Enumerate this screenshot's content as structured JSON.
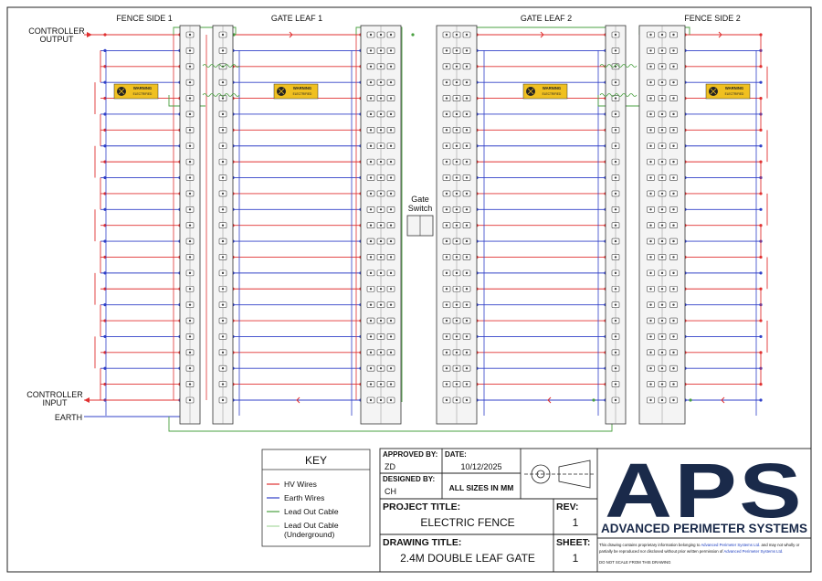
{
  "labels": {
    "fence_side_1": "FENCE SIDE 1",
    "gate_leaf_1": "GATE LEAF 1",
    "gate_leaf_2": "GATE LEAF 2",
    "fence_side_2": "FENCE SIDE 2",
    "controller_output_1": "CONTROLLER",
    "controller_output_2": "OUTPUT",
    "controller_input_1": "CONTROLLER",
    "controller_input_2": "INPUT",
    "earth": "EARTH",
    "gate_switch_1": "Gate",
    "gate_switch_2": "Switch"
  },
  "key": {
    "title": "KEY",
    "items": [
      {
        "label": "HV Wires",
        "color": "#e03030"
      },
      {
        "label": "Earth Wires",
        "color": "#3040c8"
      },
      {
        "label": "Lead Out Cable",
        "color": "#4aa040"
      },
      {
        "label": "Lead Out Cable",
        "label2": "(Underground)",
        "color": "#a8d8a0"
      }
    ]
  },
  "colors": {
    "hv": "#e03030",
    "earth": "#3040c8",
    "leadout": "#4aa040",
    "leadout_underground": "#a8d8a0",
    "brand": "#1a2a4a",
    "warning": "#f0c020"
  },
  "warning_sign": {
    "title": "WARNING",
    "text": "ELECTRIFIED"
  },
  "title_block": {
    "approved_by_label": "APPROVED BY:",
    "approved_by": "ZD",
    "date_label": "DATE:",
    "date": "10/12/2025",
    "designed_by_label": "DESIGNED BY:",
    "designed_by": "CH",
    "sizes": "ALL SIZES IN MM",
    "project_title_label": "PROJECT TITLE:",
    "project_title": "ELECTRIC FENCE",
    "rev_label": "REV:",
    "rev": "1",
    "drawing_title_label": "DRAWING TITLE:",
    "drawing_title": "2.4M DOUBLE LEAF GATE",
    "sheet_label": "SHEET:",
    "sheet": "1",
    "logo": "APS",
    "company": "ADVANCED PERIMETER SYSTEMS",
    "disclaimer_1a": "This drawing contains proprietary information belonging to ",
    "disclaimer_1b": "Advanced Perimeter Systems Ltd.",
    "disclaimer_1c": " and may not wholly or",
    "disclaimer_2a": "partially be reproduced nor disclosed without prior written permission of ",
    "disclaimer_2b": "Advanced Perimeter Systems Ltd.",
    "disclaimer_3": "DO NOT SCALE FROM THIS DRAWING"
  }
}
